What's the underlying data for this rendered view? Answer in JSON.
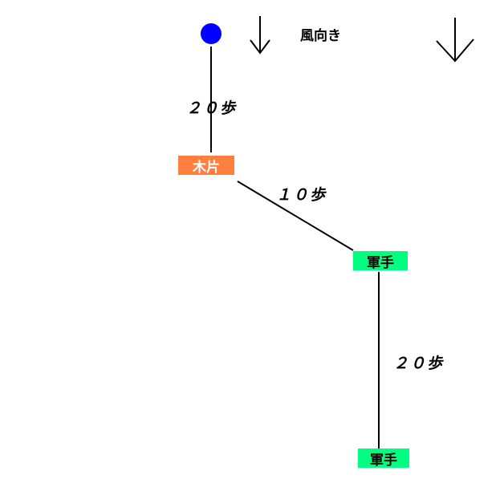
{
  "wind": {
    "label": "風向き"
  },
  "nodes": {
    "wood_chip": "木片",
    "glove_1": "軍手",
    "glove_2": "軍手"
  },
  "edges": {
    "start_to_wood": "２０歩",
    "wood_to_glove": "１０歩",
    "glove_to_glove": "２０歩"
  },
  "colors": {
    "start_marker": "#0000ff",
    "wood_chip_box": "#ff7f3f",
    "glove_box": "#00ff80",
    "line": "#000000"
  }
}
